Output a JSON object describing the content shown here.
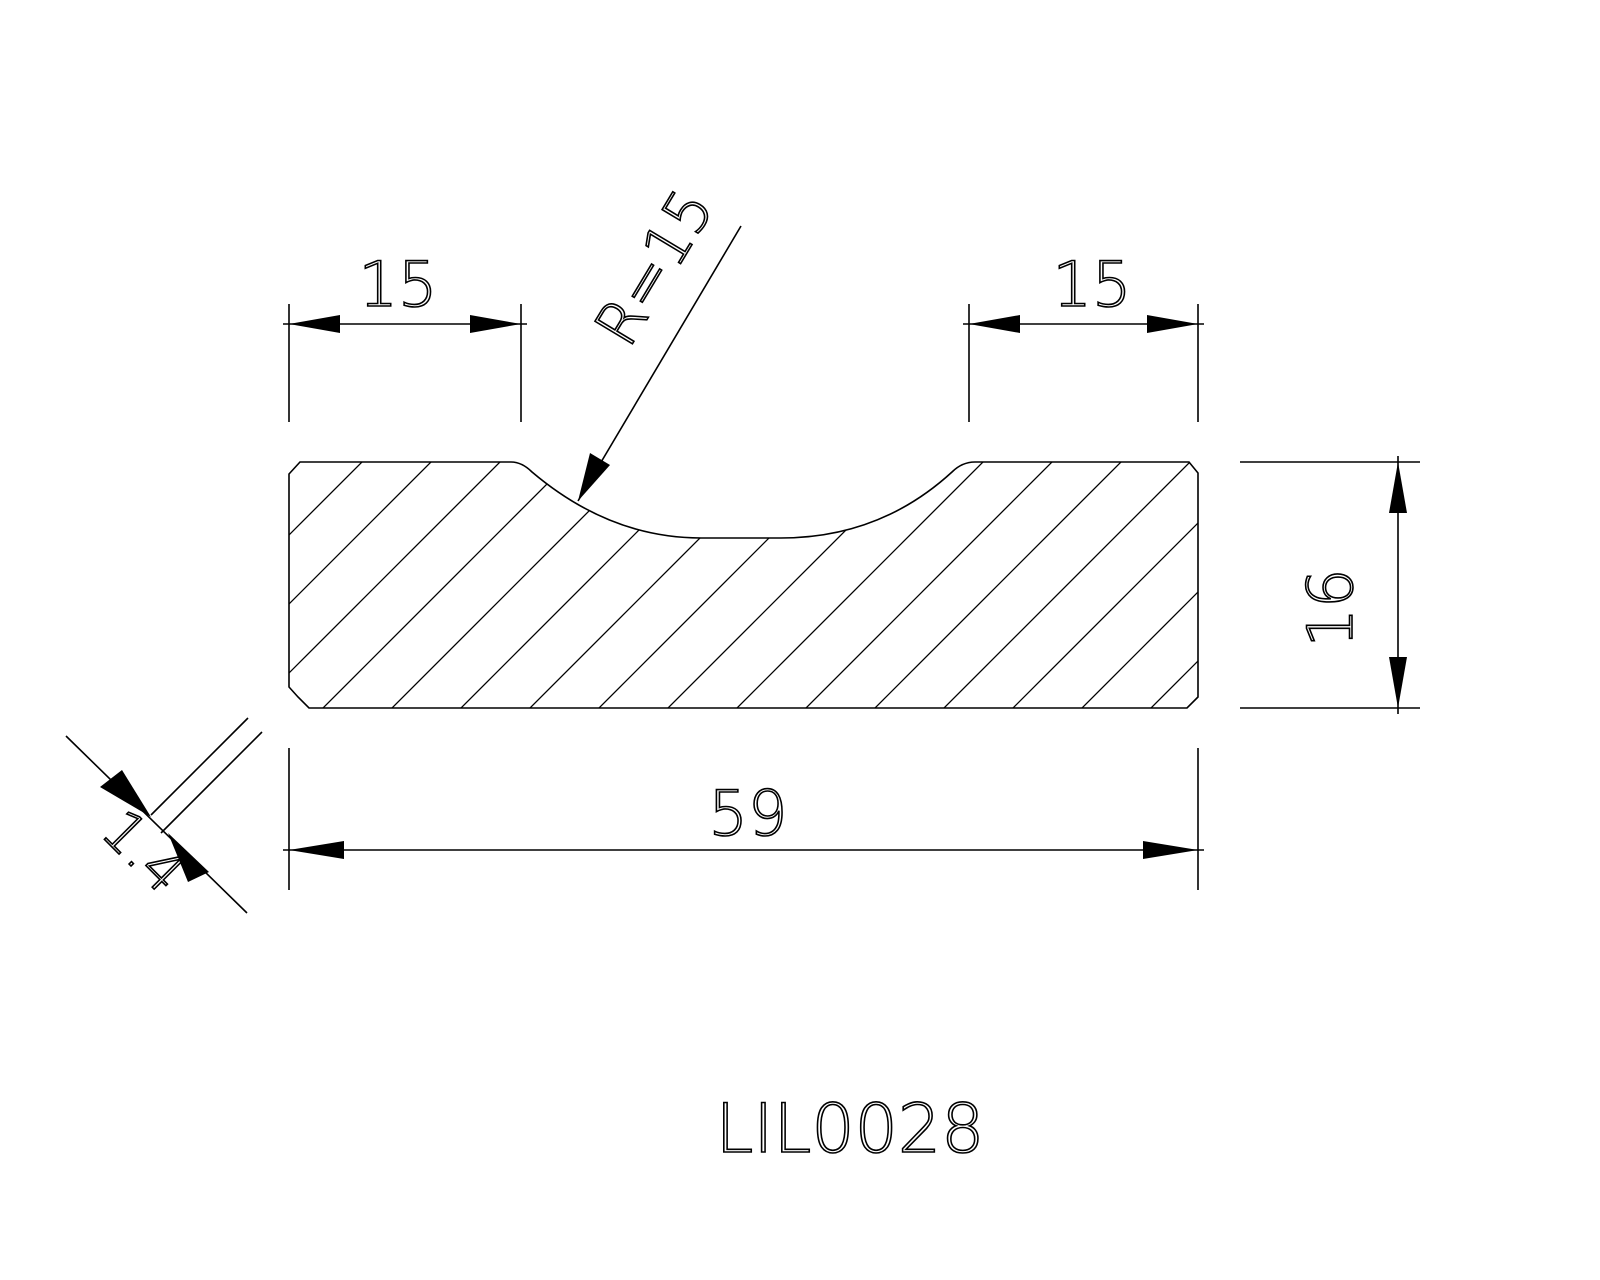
{
  "drawing": {
    "part_code": "LIL0028",
    "dimensions": {
      "left_width": "15",
      "right_width": "15",
      "radius": "R=15",
      "height": "16",
      "total_width": "59",
      "chamfer": "1.4"
    },
    "colors": {
      "line": "#000000",
      "background": "#ffffff"
    }
  }
}
